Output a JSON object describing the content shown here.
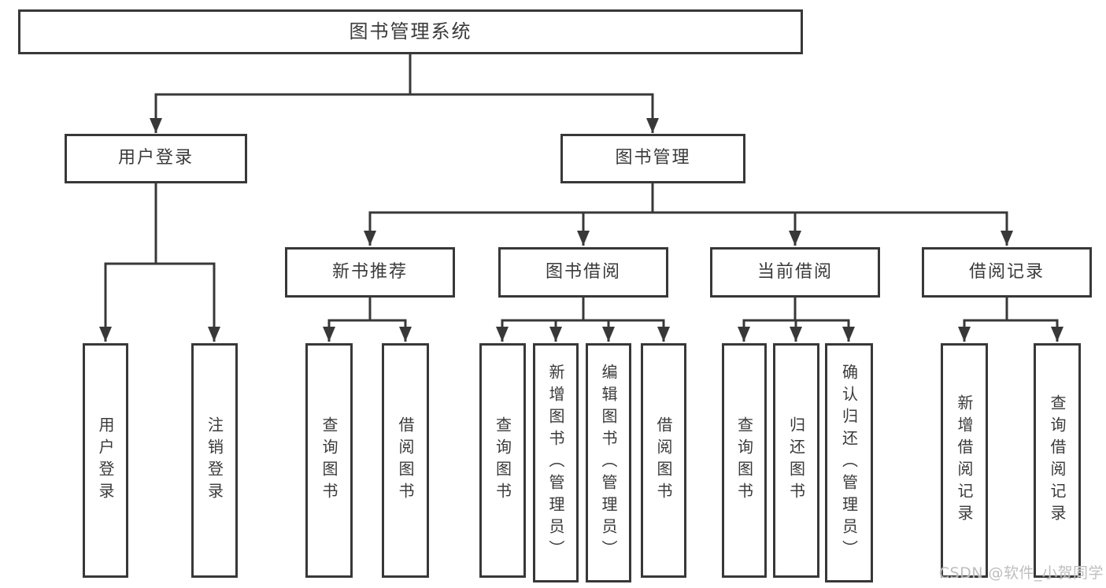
{
  "diagram": {
    "type": "hierarchy",
    "tree": {
      "root": {
        "label": "图书管理系统"
      },
      "level2": [
        {
          "id": "user-login",
          "label": "用户登录"
        },
        {
          "id": "book-management",
          "label": "图书管理"
        }
      ],
      "level3": [
        {
          "id": "new-book-recommend",
          "label": "新书推荐"
        },
        {
          "id": "book-borrow",
          "label": "图书借阅"
        },
        {
          "id": "current-borrow",
          "label": "当前借阅"
        },
        {
          "id": "borrow-records",
          "label": "借阅记录"
        }
      ],
      "level4": {
        "user_login_children": [
          {
            "label": "用户登录"
          },
          {
            "label": "注销登录"
          }
        ],
        "new_book_recommend_children": [
          {
            "label": "查询图书"
          },
          {
            "label": "借阅图书"
          }
        ],
        "book_borrow_children": [
          {
            "label": "查询图书"
          },
          {
            "label": "新增图书（管理员）"
          },
          {
            "label": "编辑图书（管理员）"
          },
          {
            "label": "借阅图书"
          }
        ],
        "current_borrow_children": [
          {
            "label": "查询图书"
          },
          {
            "label": "归还图书"
          },
          {
            "label": "确认归还（管理员）"
          }
        ],
        "borrow_records_children": [
          {
            "label": "新增借阅记录"
          },
          {
            "label": "查询借阅记录"
          }
        ]
      }
    },
    "watermark": {
      "text": "CSDN @软件_小贺同学"
    },
    "colors": {
      "line": "#383838",
      "text": "#3a3a3a",
      "watermark_text": "#b9b9b9",
      "background": "#ffffff"
    }
  }
}
